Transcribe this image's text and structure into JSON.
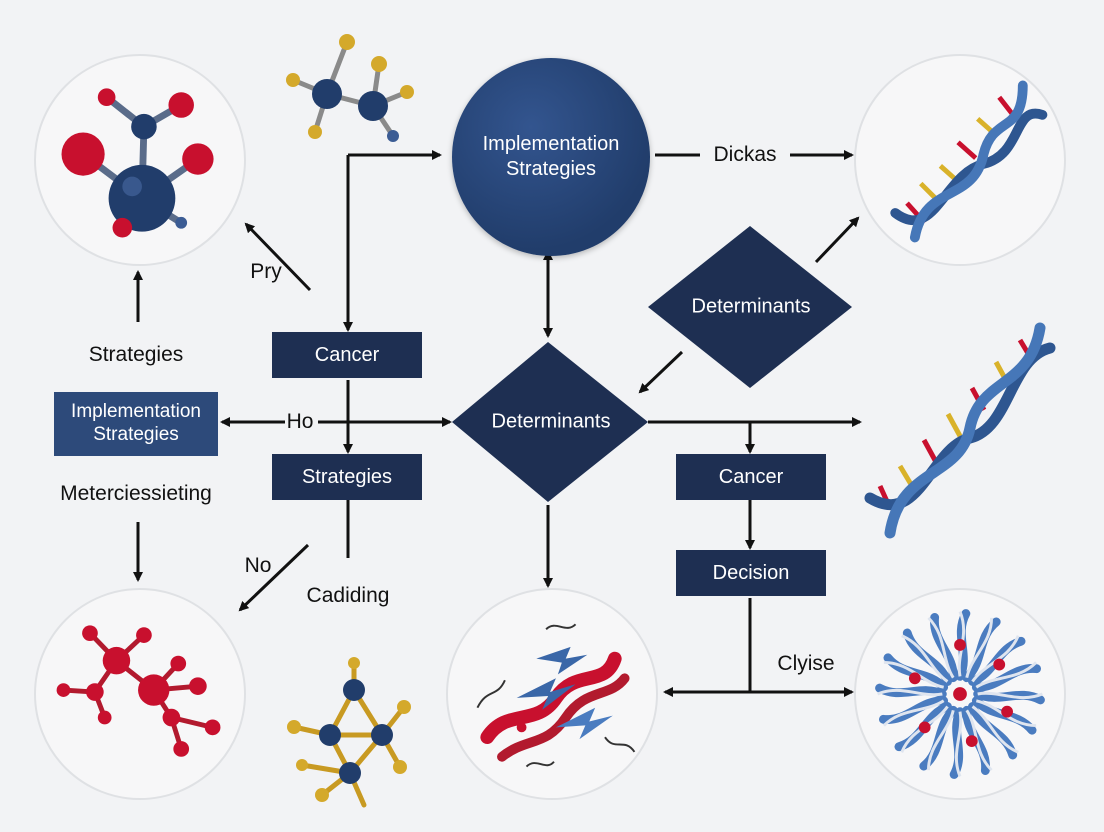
{
  "nodes": {
    "top_circle": [
      "Implementation",
      "Strategies"
    ],
    "left_box": [
      "Implementation",
      "Strategies"
    ],
    "diamond_right": "Determinants",
    "diamond_center": "Determinants",
    "cancer_left": "Cancer",
    "strategies_box": "Strategies",
    "cancer_right": "Cancer",
    "decision_box": "Decision"
  },
  "labels": {
    "dickas": "Dickas",
    "pry": "Pry",
    "strategies": "Strategies",
    "ho": "Ho",
    "metercies": "Metercies­sieting",
    "no": "No",
    "cadiding": "Cadiding",
    "clyise": "Clyise"
  },
  "illustrations": [
    "molecule-red-blue-icon",
    "molecule-small-top-icon",
    "dna-helix-top-icon",
    "dna-helix-mid-icon",
    "molecule-red-bottom-icon",
    "molecule-small-bottom-icon",
    "protein-ribbon-icon",
    "protein-complex-icon"
  ],
  "colors": {
    "node_fill": "#1e2f52",
    "accent_red": "#c8102e",
    "dna_gold": "#d9b22a"
  }
}
